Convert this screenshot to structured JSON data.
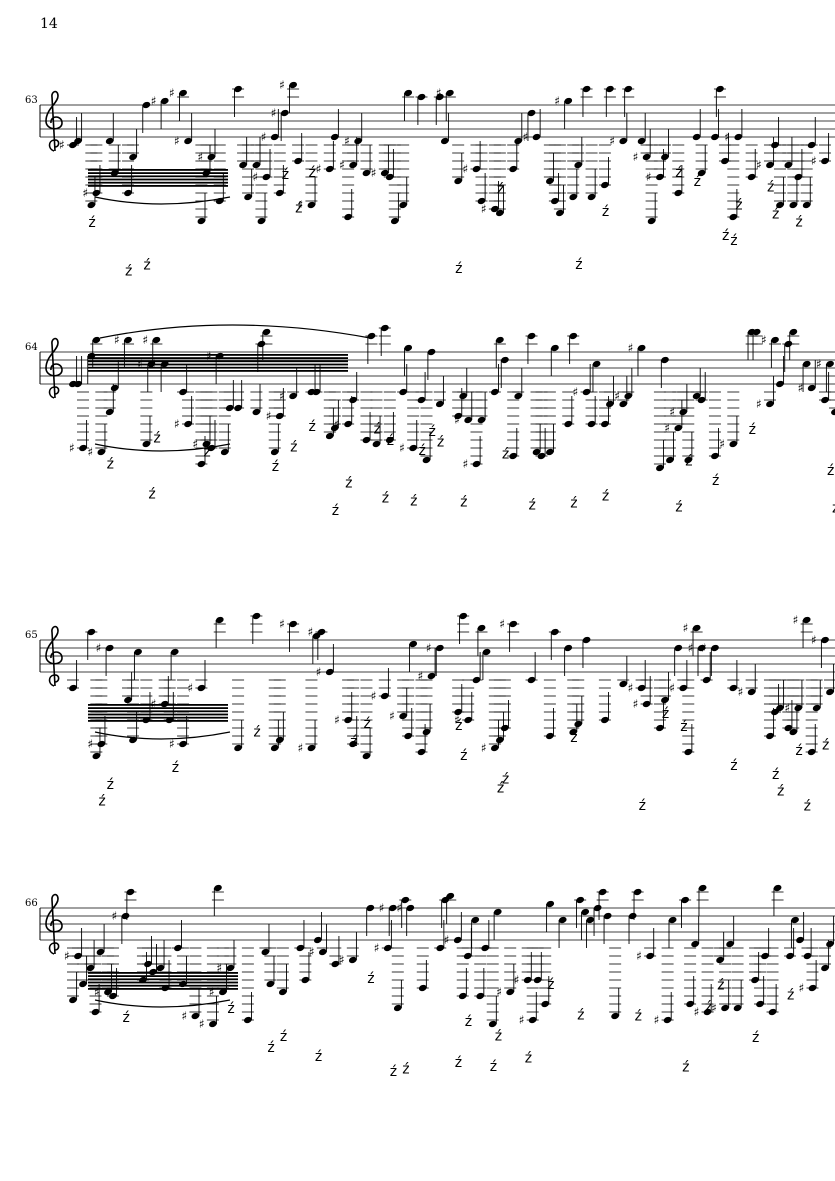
{
  "page": {
    "number": "14"
  },
  "systems": [
    {
      "measure": "63",
      "clef": "treble-clef-icon"
    },
    {
      "measure": "64",
      "clef": "treble-clef-icon"
    },
    {
      "measure": "65",
      "clef": "treble-clef-icon"
    },
    {
      "measure": "66",
      "clef": "treble-clef-icon"
    }
  ],
  "colors": {
    "ink": "#000000",
    "paper": "#ffffff"
  }
}
